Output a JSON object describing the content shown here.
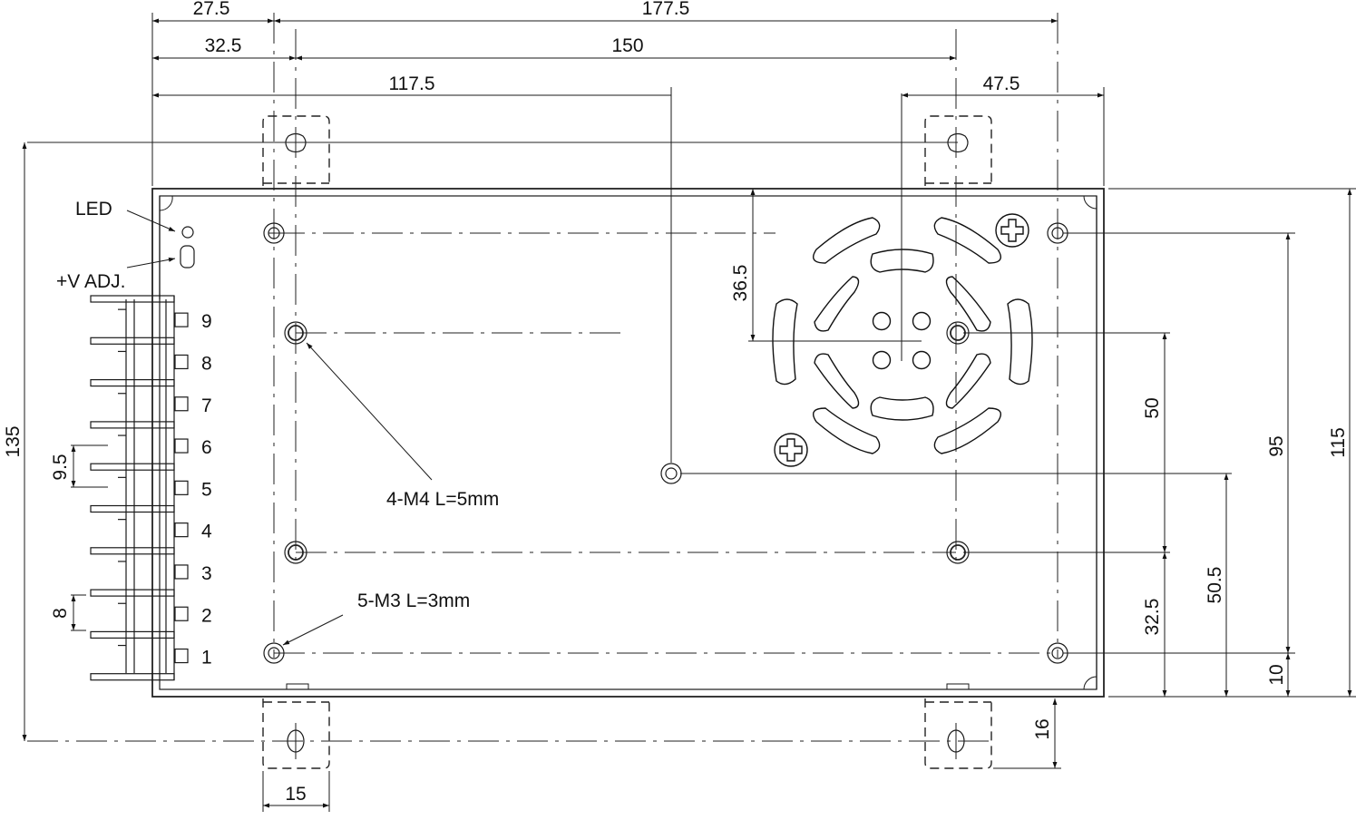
{
  "drawing": {
    "title": "Power supply mechanical outline (top view)",
    "units": "mm",
    "horizontal_dims": [
      {
        "id": "d_27_5",
        "label": "27.5"
      },
      {
        "id": "d_177_5",
        "label": "177.5"
      },
      {
        "id": "d_32_5",
        "label": "32.5"
      },
      {
        "id": "d_150",
        "label": "150"
      },
      {
        "id": "d_117_5",
        "label": "117.5"
      },
      {
        "id": "d_47_5",
        "label": "47.5"
      },
      {
        "id": "d_15",
        "label": "15"
      }
    ],
    "vertical_dims": [
      {
        "id": "d_135",
        "label": "135"
      },
      {
        "id": "d_115",
        "label": "115"
      },
      {
        "id": "d_95",
        "label": "95"
      },
      {
        "id": "d_50",
        "label": "50"
      },
      {
        "id": "d_50_5",
        "label": "50.5"
      },
      {
        "id": "d_32_5v",
        "label": "32.5"
      },
      {
        "id": "d_10",
        "label": "10"
      },
      {
        "id": "d_36_5",
        "label": "36.5"
      },
      {
        "id": "d_16",
        "label": "16"
      },
      {
        "id": "d_9_5",
        "label": "9.5"
      },
      {
        "id": "d_8",
        "label": "8"
      }
    ],
    "callouts": {
      "led": "LED",
      "vadj": "+V ADJ.",
      "m4": "4-M4 L=5mm",
      "m3": "5-M3 L=3mm"
    },
    "terminals": [
      "9",
      "8",
      "7",
      "6",
      "5",
      "4",
      "3",
      "2",
      "1"
    ]
  }
}
